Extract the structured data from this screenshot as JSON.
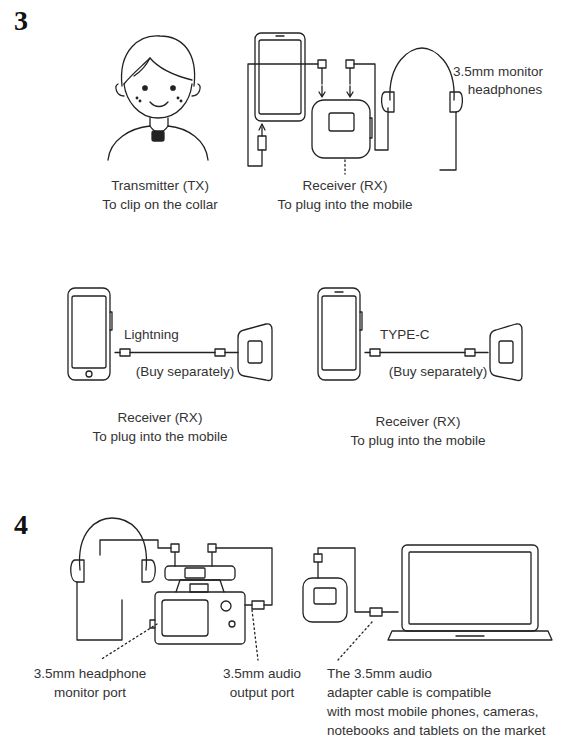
{
  "diagram": {
    "labels": [
      "3",
      "3.5mm monitor",
      "headphones",
      "Transmitter (TX)",
      "To clip on the collar",
      "Receiver (RX)",
      "To plug into the mobile",
      "Lightning",
      "(Buy separately)",
      "Receiver (RX)",
      "To plug into the mobile",
      "TYPE-C",
      "(Buy separately)",
      "Receiver (RX)",
      "To plug into the mobile",
      "4",
      "3.5mm headphone",
      "monitor port",
      "3.5mm audio",
      "output port",
      "The 3.5mm audio",
      "adapter cable is compatible",
      "with most mobile phones, cameras,",
      "notebooks and tablets on the market"
    ]
  }
}
